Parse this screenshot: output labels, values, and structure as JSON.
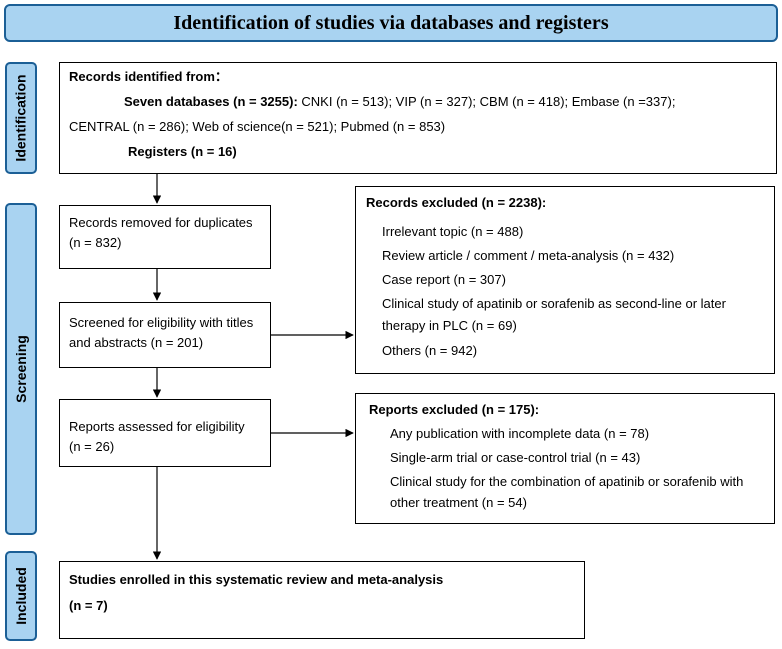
{
  "banner": "Identification of studies via databases and registers",
  "phases": {
    "identification": "Identification",
    "screening": "Screening",
    "included": "Included"
  },
  "identified": {
    "heading": "Records identified from：",
    "seven_bold": "Seven databases (n = 3255):",
    "seven_rest": " CNKI (n = 513); VIP (n = 327); CBM (n = 418); Embase (n =337);",
    "line3": "CENTRAL (n = 286); Web of science(n = 521); Pubmed (n = 853)",
    "registers": "Registers (n = 16)"
  },
  "removed": {
    "line1": "Records removed for duplicates",
    "line2": "(n = 832)"
  },
  "screened": {
    "line1": "Screened for eligibility with titles",
    "line2": "and abstracts (n = 201)"
  },
  "assessed": {
    "line1": "Reports assessed for eligibility",
    "line2": "(n = 26)"
  },
  "records_excluded": {
    "heading": "Records excluded (n = 2238):",
    "items": [
      "Irrelevant topic (n = 488)",
      "Review article / comment / meta-analysis (n = 432)",
      "Case report (n = 307)",
      "Clinical study of  apatinib or  sorafenib as second-line or later",
      "therapy in PLC (n = 69)",
      "Others (n = 942)"
    ]
  },
  "reports_excluded": {
    "heading": "Reports excluded (n = 175):",
    "items": [
      "Any publication with incomplete data (n = 78)",
      "Single-arm trial or case-control trial (n = 43)",
      "Clinical study for the combination of apatinib or sorafenib with",
      "other treatment (n = 54)"
    ]
  },
  "enrolled": {
    "line1": "Studies enrolled in this systematic review and meta-analysis",
    "line2": "(n = 7)"
  },
  "colors": {
    "banner_fill": "#a9d3f1",
    "banner_border": "#1b5f96"
  }
}
